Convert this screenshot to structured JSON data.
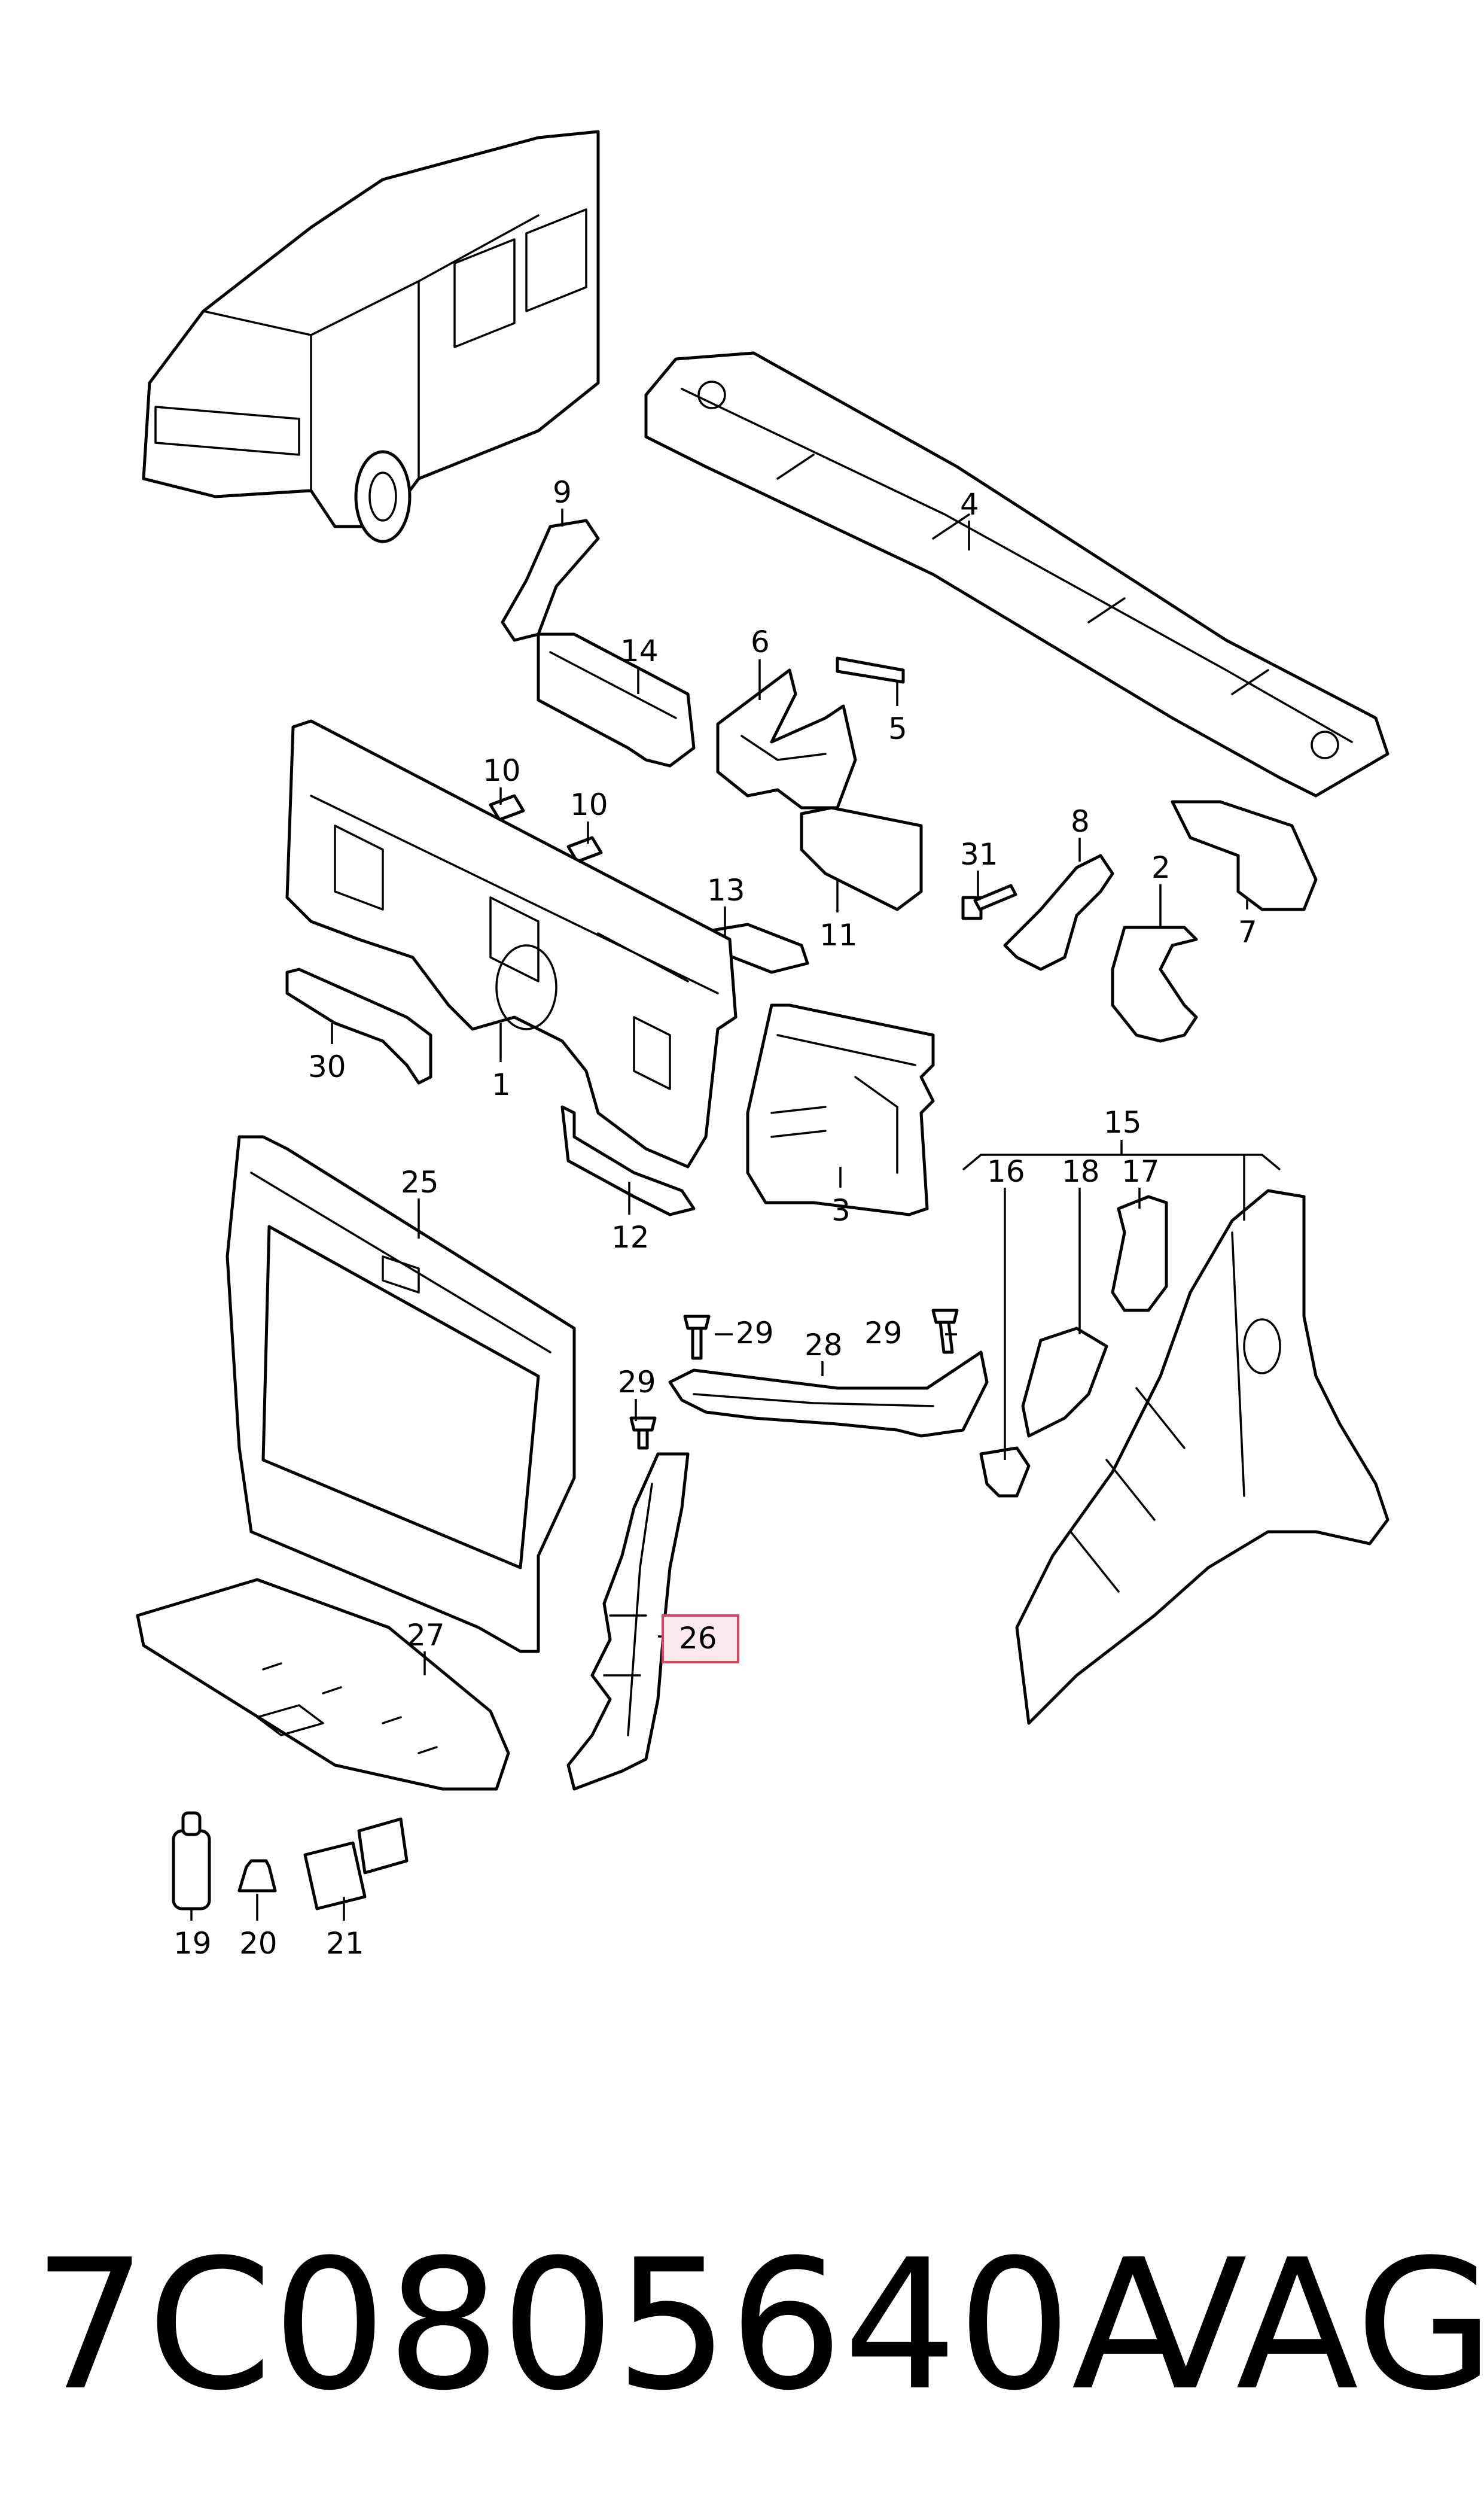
{
  "part_number": "7C0805640A",
  "brand": "VAG",
  "highlighted_callout": "26",
  "highlight_color": "#d9455f",
  "callouts": {
    "c1": "1",
    "c2": "2",
    "c3": "3",
    "c4": "4",
    "c5": "5",
    "c6": "6",
    "c7": "7",
    "c8": "8",
    "c9": "9",
    "c10a": "10",
    "c10b": "10",
    "c11": "11",
    "c12": "12",
    "c13": "13",
    "c14": "14",
    "c15": "15",
    "c16": "16",
    "c17": "17",
    "c18": "18",
    "c19": "19",
    "c20": "20",
    "c21": "21",
    "c25": "25",
    "c26": "26",
    "c27": "27",
    "c28": "28",
    "c29a": "29",
    "c29b": "29",
    "c29c": "29",
    "c30": "30",
    "c31": "31"
  }
}
